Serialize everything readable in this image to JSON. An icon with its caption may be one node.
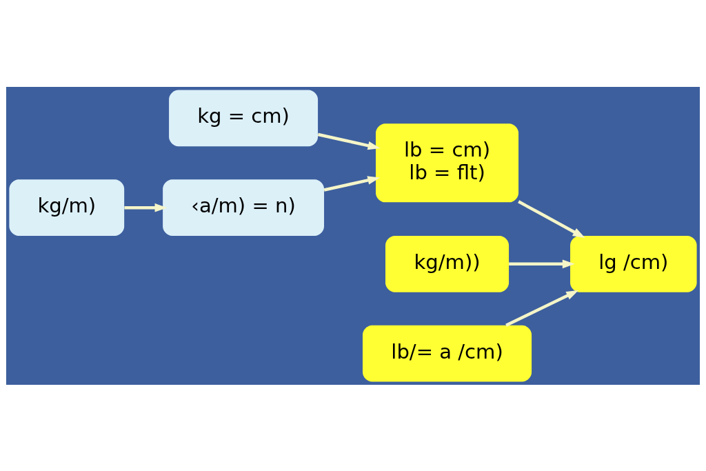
{
  "diagram": {
    "nodes": [
      {
        "text": [
          "kg = cm)"
        ]
      },
      {
        "text": [
          "kg/m)"
        ]
      },
      {
        "text": [
          "‹a/m) = n)"
        ]
      },
      {
        "text": [
          "lb = cm)",
          "lb = flt)"
        ]
      },
      {
        "text": [
          "kg/m))"
        ]
      },
      {
        "text": [
          "lg /cm)"
        ]
      },
      {
        "text": [
          "lb/= a /cm)"
        ]
      }
    ],
    "edges": [
      {
        "from": 0,
        "to": 3,
        "arrow": "to"
      },
      {
        "from": 1,
        "to": 2,
        "arrow": "to"
      },
      {
        "from": 2,
        "to": 3,
        "arrow": "to"
      },
      {
        "from": 3,
        "to": 5,
        "arrow": "to"
      },
      {
        "from": 4,
        "to": 5,
        "arrow": "to"
      },
      {
        "from": 6,
        "to": 5,
        "arrow": "to"
      }
    ]
  }
}
